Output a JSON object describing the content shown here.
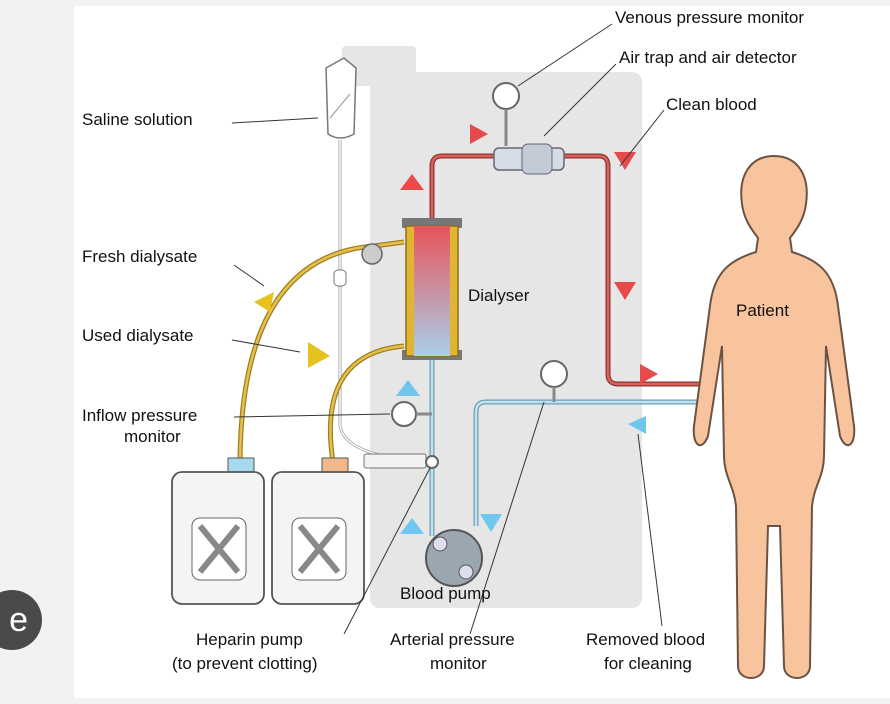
{
  "labels": {
    "venous_pressure_monitor": "Venous pressure monitor",
    "air_trap": "Air trap and air detector",
    "clean_blood": "Clean blood",
    "saline_solution": "Saline solution",
    "fresh_dialysate": "Fresh dialysate",
    "used_dialysate": "Used dialysate",
    "dialyser": "Dialyser",
    "patient": "Patient",
    "inflow_pressure_1": "Inflow pressure",
    "inflow_pressure_2": "monitor",
    "blood_pump": "Blood pump",
    "heparin_1": "Heparin pump",
    "heparin_2": "(to prevent clotting)",
    "arterial_1": "Arterial pressure",
    "arterial_2": "monitor",
    "removed_1": "Removed blood",
    "removed_2": "for cleaning"
  },
  "fab_glyph": "e",
  "colors": {
    "panel": "#e6e6e6",
    "clean_tube": "#c0504d",
    "arrow_red": "#e64a4a",
    "dirty_tube": "#a9d3e6",
    "arrow_blue": "#6fc6ee",
    "dialysate_tube": "#d9b43b",
    "arrow_yellow": "#e6c21f",
    "skin": "#f8c49e",
    "skin_outline": "#6b5344"
  }
}
